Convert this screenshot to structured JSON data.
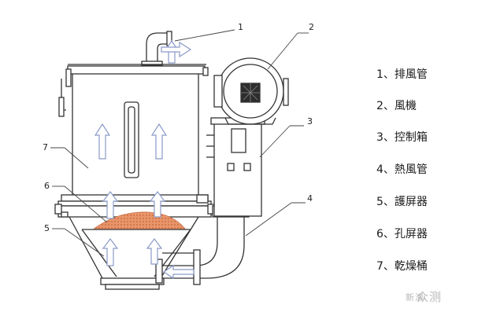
{
  "callouts": [
    "1",
    "2",
    "3",
    "4",
    "5",
    "6",
    "7"
  ],
  "legend": [
    {
      "num": "1、",
      "label": "排風管"
    },
    {
      "num": "2、",
      "label": "風機"
    },
    {
      "num": "3、",
      "label": "控制箱"
    },
    {
      "num": "4、",
      "label": "熱風管"
    },
    {
      "num": "5、",
      "label": "護屏器"
    },
    {
      "num": "6、",
      "label": "孔屏器"
    },
    {
      "num": "7、",
      "label": "乾燥桶"
    }
  ],
  "watermark": {
    "small": "新浪",
    "large": "众测"
  },
  "colors": {
    "line": "#333333",
    "arrow": "#8a9ac8",
    "material": "#e58a5c",
    "callout_line": "#444444"
  }
}
